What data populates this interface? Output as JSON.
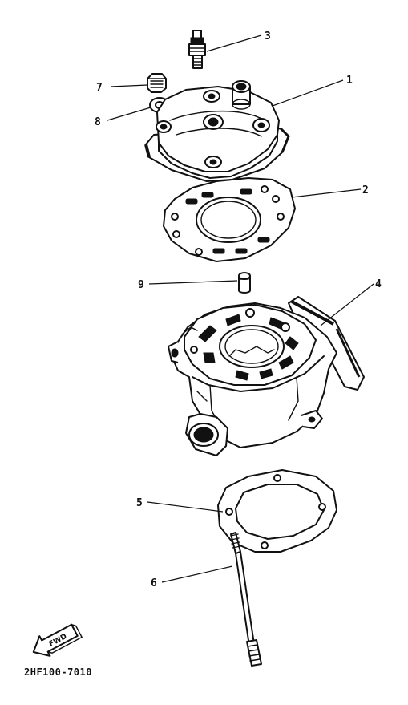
{
  "callouts": {
    "c1": "1",
    "c2": "2",
    "c3": "3",
    "c4": "4",
    "c5": "5",
    "c6": "6",
    "c7": "7",
    "c8": "8",
    "c9": "9"
  },
  "fwd_label": "FWD",
  "diagram_code": "2HF100-7010"
}
